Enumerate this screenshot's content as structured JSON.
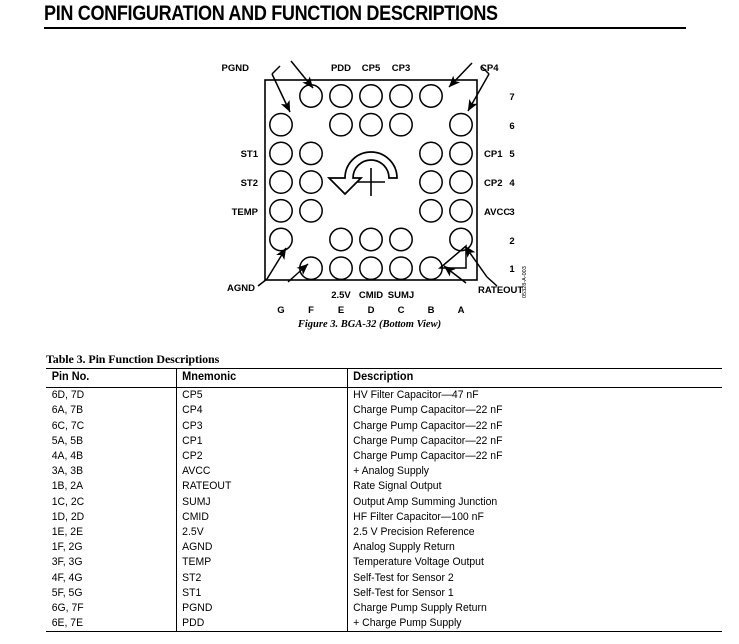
{
  "page": {
    "heading": "PIN CONFIGURATION AND FUNCTION DESCRIPTIONS"
  },
  "figure": {
    "caption": "Figure 3. BGA-32 (Bottom View)",
    "id_code": "05328-A-003",
    "columns": [
      "G",
      "F",
      "E",
      "D",
      "C",
      "B",
      "A"
    ],
    "rows": [
      "7",
      "6",
      "5",
      "4",
      "3",
      "2",
      "1"
    ],
    "top_labels": [
      {
        "text": "PDD",
        "col": "E"
      },
      {
        "text": "CP5",
        "col": "D"
      },
      {
        "text": "CP3",
        "col": "C"
      }
    ],
    "bottom_labels": [
      {
        "text": "2.5V",
        "col": "E"
      },
      {
        "text": "CMID",
        "col": "D"
      },
      {
        "text": "SUMJ",
        "col": "C"
      }
    ],
    "left_labels": [
      {
        "text": "ST1",
        "row": "5"
      },
      {
        "text": "ST2",
        "row": "4"
      },
      {
        "text": "TEMP",
        "row": "3"
      }
    ],
    "right_labels": [
      {
        "text": "CP1",
        "row": "5"
      },
      {
        "text": "CP2",
        "row": "4"
      },
      {
        "text": "AVCC",
        "row": "3"
      }
    ],
    "callouts": [
      {
        "text": "PGND",
        "targets": [
          "7F",
          "6G"
        ]
      },
      {
        "text": "CP4",
        "targets": [
          "7B",
          "6A"
        ]
      },
      {
        "text": "AGND",
        "targets": [
          "2G",
          "1F"
        ]
      },
      {
        "text": "RATEOUT",
        "targets": [
          "2A",
          "1B"
        ]
      }
    ],
    "balls": [
      "7F",
      "7E",
      "7D",
      "7C",
      "7B",
      "6G",
      "6E",
      "6D",
      "6C",
      "6A",
      "5G",
      "5F",
      "5B",
      "5A",
      "4G",
      "4F",
      "4B",
      "4A",
      "3G",
      "3F",
      "3B",
      "3A",
      "2G",
      "2E",
      "2D",
      "2C",
      "2A",
      "1F",
      "1E",
      "1D",
      "1C",
      "1B"
    ],
    "orientation_marker": "rotation-arrow",
    "pin1_marker": "triangle"
  },
  "table": {
    "title": "Table 3. Pin Function Descriptions",
    "headers": [
      "Pin No.",
      "Mnemonic",
      "Description"
    ],
    "rows": [
      [
        "6D, 7D",
        "CP5",
        "HV Filter Capacitor—47 nF"
      ],
      [
        "6A, 7B",
        "CP4",
        "Charge Pump Capacitor—22 nF"
      ],
      [
        "6C, 7C",
        "CP3",
        "Charge Pump Capacitor—22 nF"
      ],
      [
        "5A, 5B",
        "CP1",
        "Charge Pump Capacitor—22 nF"
      ],
      [
        "4A, 4B",
        "CP2",
        "Charge Pump Capacitor—22 nF"
      ],
      [
        "3A, 3B",
        "AVCC",
        "+ Analog Supply"
      ],
      [
        "1B, 2A",
        "RATEOUT",
        "Rate Signal Output"
      ],
      [
        "1C, 2C",
        "SUMJ",
        "Output Amp Summing Junction"
      ],
      [
        "1D, 2D",
        "CMID",
        "HF Filter Capacitor—100 nF"
      ],
      [
        "1E, 2E",
        "2.5V",
        "2.5 V Precision Reference"
      ],
      [
        "1F, 2G",
        "AGND",
        "Analog Supply Return"
      ],
      [
        "3F, 3G",
        "TEMP",
        "Temperature Voltage Output"
      ],
      [
        "4F, 4G",
        "ST2",
        "Self-Test for Sensor 2"
      ],
      [
        "5F, 5G",
        "ST1",
        "Self-Test for Sensor 1"
      ],
      [
        "6G, 7F",
        "PGND",
        "Charge Pump Supply Return"
      ],
      [
        "6E, 7E",
        "PDD",
        "+ Charge Pump Supply"
      ]
    ]
  },
  "colors": {
    "ink": "#000000",
    "paper": "#ffffff"
  }
}
